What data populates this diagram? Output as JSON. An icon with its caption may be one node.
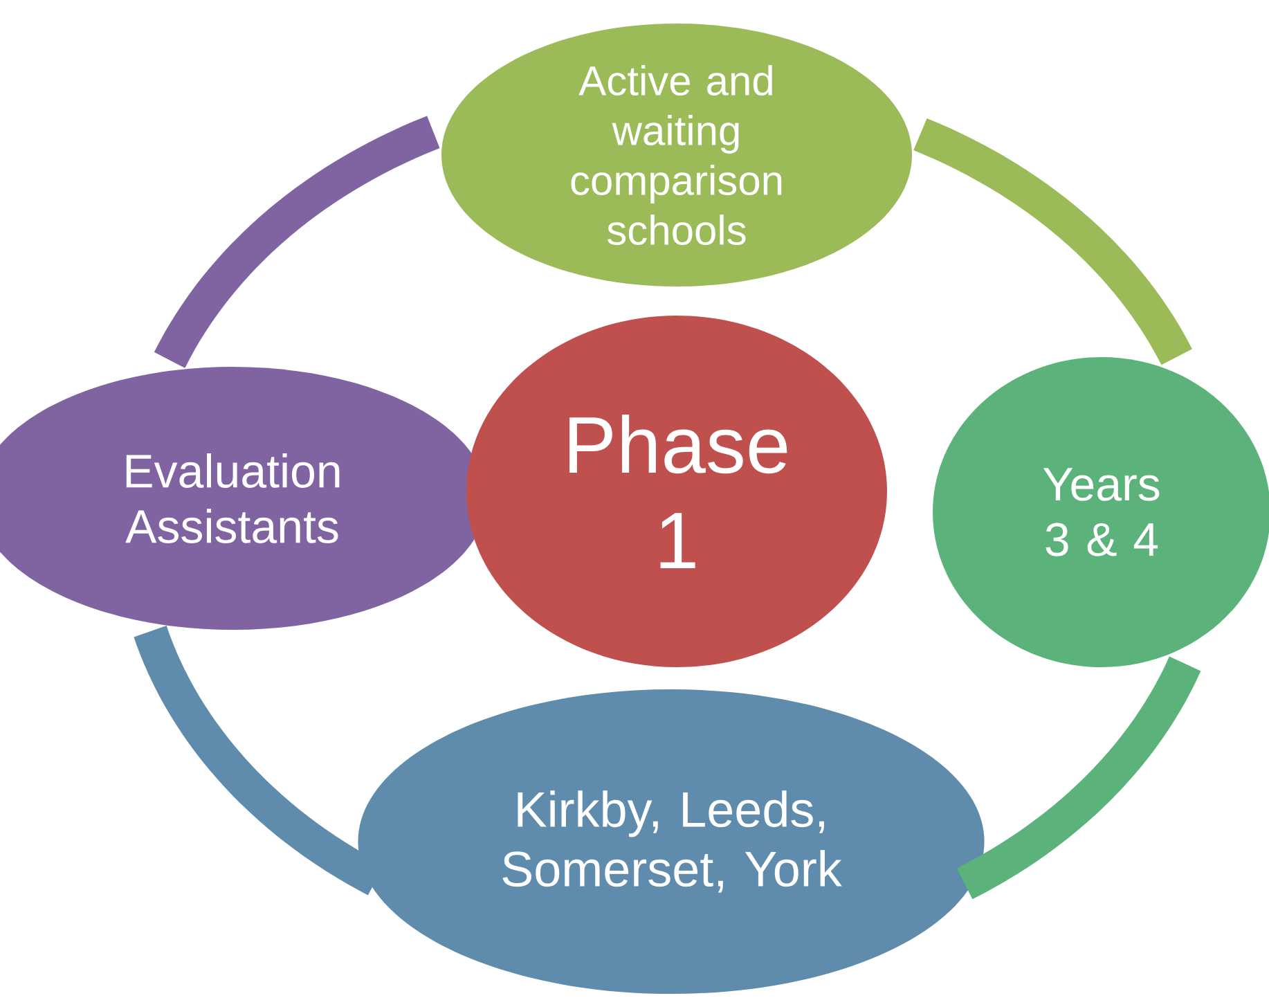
{
  "diagram": {
    "nodes": [
      {
        "text": [
          "Active and waiting comparison schools"
        ]
      },
      {
        "text": [
          "Evaluation Assistants"
        ]
      },
      {
        "text": [
          "Phase 1"
        ]
      },
      {
        "text": [
          "Years 3 & 4"
        ]
      },
      {
        "text": [
          "Kirkby, Leeds, Somerset, York"
        ]
      }
    ],
    "edges": [
      {
        "from": 1,
        "to": 0,
        "arrow": "none",
        "color": "#8064a2"
      },
      {
        "from": 0,
        "to": 3,
        "arrow": "none",
        "color": "#9bbb59"
      },
      {
        "from": 3,
        "to": 4,
        "arrow": "none",
        "color": "#5bb27b"
      },
      {
        "from": 4,
        "to": 1,
        "arrow": "none",
        "color": "#5f8cad"
      }
    ]
  }
}
